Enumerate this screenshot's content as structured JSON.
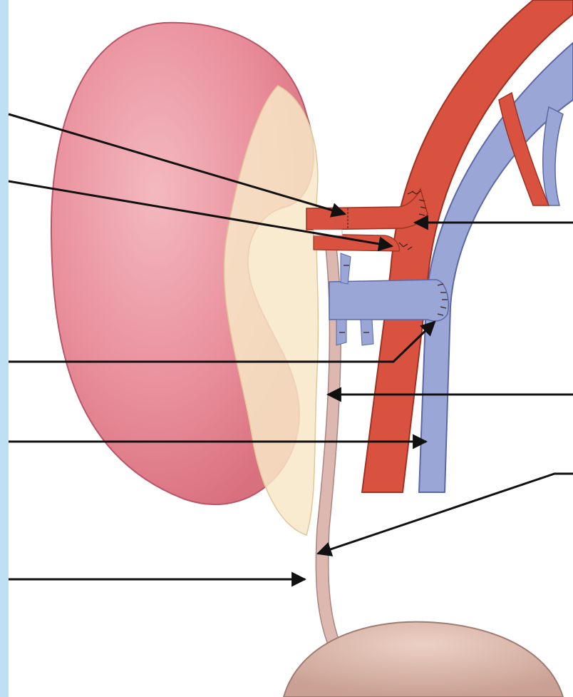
{
  "diagram": {
    "labels": [],
    "colors": {
      "margin_strip": "#bfe0f3",
      "kidney_fill": "#e98f9c",
      "kidney_edge": "#b85566",
      "kidney_highlight": "#f3b9bf",
      "sinus_fat": "#f7e7c7",
      "sinus_edge": "#e0c79a",
      "ureter": "#dcb8b0",
      "ureter_edge": "#a98780",
      "artery": "#d9513f",
      "artery_edge": "#9e3222",
      "vein": "#9aa7d6",
      "vein_edge": "#5c68a6",
      "bladder": "#d9b3a6",
      "bladder_edge": "#a07c70",
      "suture": "#3a1f1a",
      "leader_line": "#111111"
    },
    "structures": [
      "kidney-graft",
      "renal-sinus-fat",
      "ureter",
      "external-iliac-artery",
      "external-iliac-vein",
      "internal-iliac-artery",
      "renal-artery-anastomosis",
      "renal-vein-anastomosis",
      "bladder",
      "ureteroneocystostomy"
    ],
    "label_lines_left": 5,
    "label_lines_right": 3
  }
}
